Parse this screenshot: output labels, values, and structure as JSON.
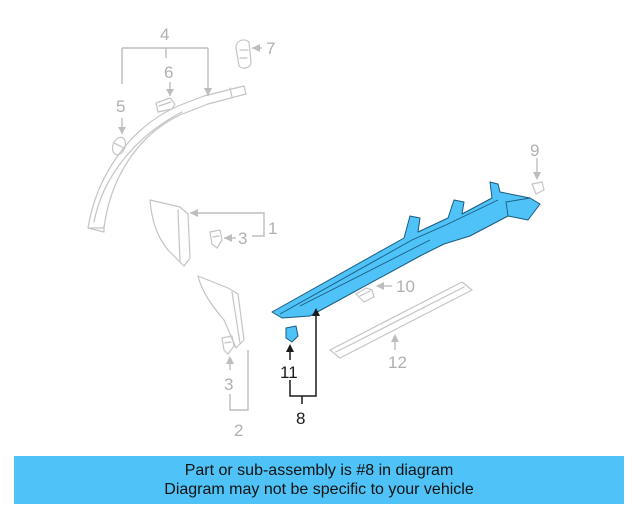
{
  "colors": {
    "accent": "#4fc3f7",
    "highlight_part": "#4fc3f7",
    "outline_grey": "#c4c4c4",
    "label_grey": "#b0b0b0",
    "label_black": "#1a1a1a"
  },
  "diagram": {
    "callouts": [
      {
        "id": "1",
        "highlighted": false
      },
      {
        "id": "2",
        "highlighted": false
      },
      {
        "id": "3",
        "highlighted": false
      },
      {
        "id": "4",
        "highlighted": false
      },
      {
        "id": "5",
        "highlighted": false
      },
      {
        "id": "6",
        "highlighted": false
      },
      {
        "id": "7",
        "highlighted": false
      },
      {
        "id": "8",
        "highlighted": true
      },
      {
        "id": "9",
        "highlighted": false
      },
      {
        "id": "10",
        "highlighted": false
      },
      {
        "id": "11",
        "highlighted": true
      },
      {
        "id": "12",
        "highlighted": false
      }
    ]
  },
  "banner": {
    "line1": "Part or sub-assembly is #8 in diagram",
    "line2": "Diagram may not be specific to your vehicle"
  }
}
